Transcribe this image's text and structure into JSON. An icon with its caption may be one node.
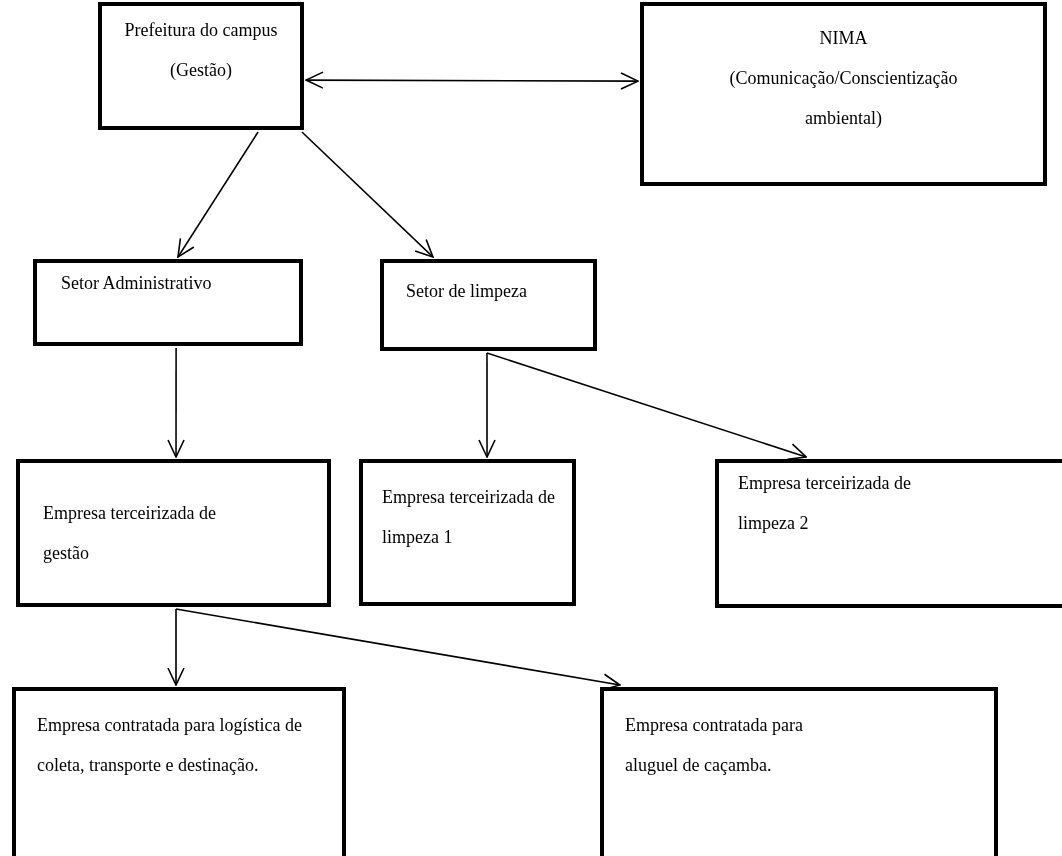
{
  "diagram": {
    "nodes": [
      {
        "text": [
          "Prefeitura do campus (Gestão)"
        ]
      },
      {
        "text": [
          "NIMA (Comunicação/Conscientização ambiental)"
        ]
      },
      {
        "text": [
          "Setor Administrativo"
        ]
      },
      {
        "text": [
          "Setor de limpeza"
        ]
      },
      {
        "text": [
          "Empresa terceirizada de gestão"
        ]
      },
      {
        "text": [
          "Empresa terceirizada de limpeza 1"
        ]
      },
      {
        "text": [
          "Empresa terceirizada de limpeza 2"
        ]
      },
      {
        "text": [
          "Empresa contratada para logística de coleta, transporte e destinação."
        ]
      },
      {
        "text": [
          "Empresa contratada para aluguel de caçamba."
        ]
      }
    ],
    "edges": [
      {
        "from": 0,
        "to": 1,
        "arrow": "both"
      },
      {
        "from": 0,
        "to": 2,
        "arrow": "to"
      },
      {
        "from": 0,
        "to": 3,
        "arrow": "to"
      },
      {
        "from": 2,
        "to": 4,
        "arrow": "to"
      },
      {
        "from": 3,
        "to": 5,
        "arrow": "to"
      },
      {
        "from": 3,
        "to": 6,
        "arrow": "to"
      },
      {
        "from": 4,
        "to": 7,
        "arrow": "to"
      },
      {
        "from": 4,
        "to": 8,
        "arrow": "to"
      }
    ]
  }
}
